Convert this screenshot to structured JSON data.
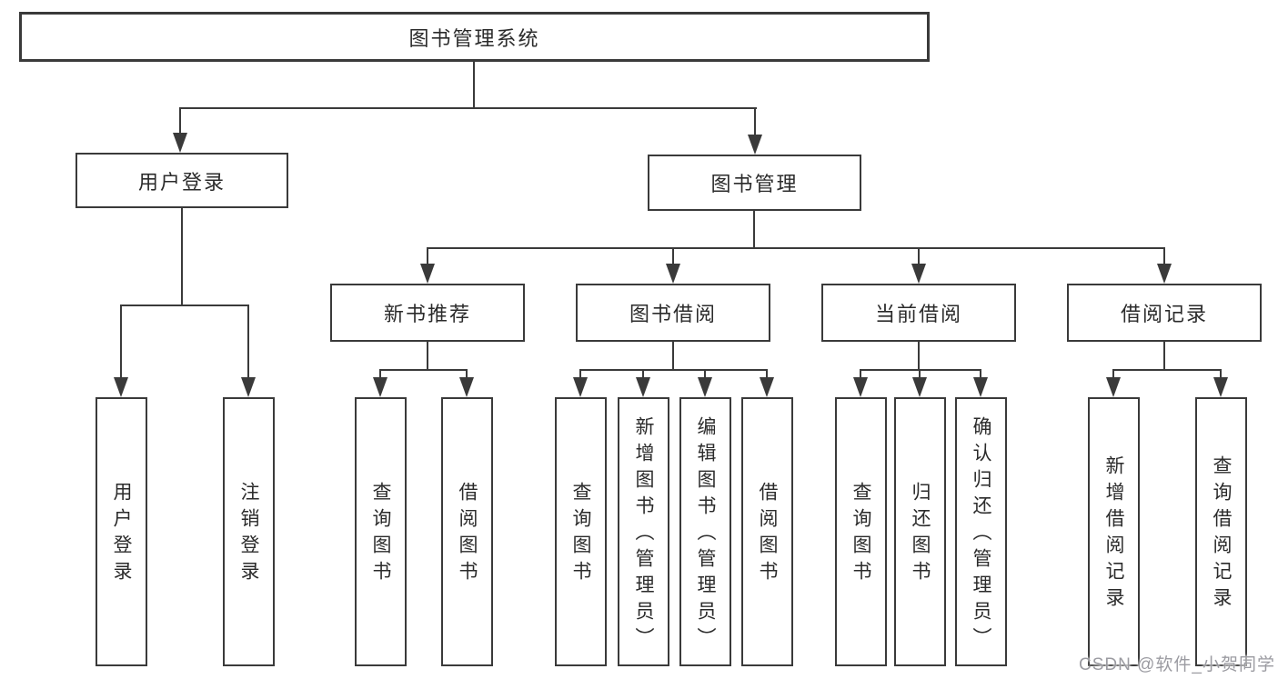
{
  "diagram": {
    "root": {
      "label": "图书管理系统"
    },
    "branches": [
      {
        "label": "用户登录",
        "children": [
          {
            "label": "用户登录"
          },
          {
            "label": "注销登录"
          }
        ]
      },
      {
        "label": "图书管理",
        "children": [
          {
            "label": "新书推荐",
            "children": [
              {
                "label": "查询图书"
              },
              {
                "label": "借阅图书"
              }
            ]
          },
          {
            "label": "图书借阅",
            "children": [
              {
                "label": "查询图书"
              },
              {
                "label": "新增图书（管理员）"
              },
              {
                "label": "编辑图书（管理员）"
              },
              {
                "label": "借阅图书"
              }
            ]
          },
          {
            "label": "当前借阅",
            "children": [
              {
                "label": "查询图书"
              },
              {
                "label": "归还图书"
              },
              {
                "label": "确认归还（管理员）"
              }
            ]
          },
          {
            "label": "借阅记录",
            "children": [
              {
                "label": "新增借阅记录"
              },
              {
                "label": "查询借阅记录"
              }
            ]
          }
        ]
      }
    ]
  },
  "watermark": {
    "label": "CSDN @软件_小贺同学"
  },
  "colors": {
    "line": "#3a3a3a",
    "text": "#2b2b2b",
    "watermark": "#9b9ba1",
    "background": "#ffffff"
  }
}
